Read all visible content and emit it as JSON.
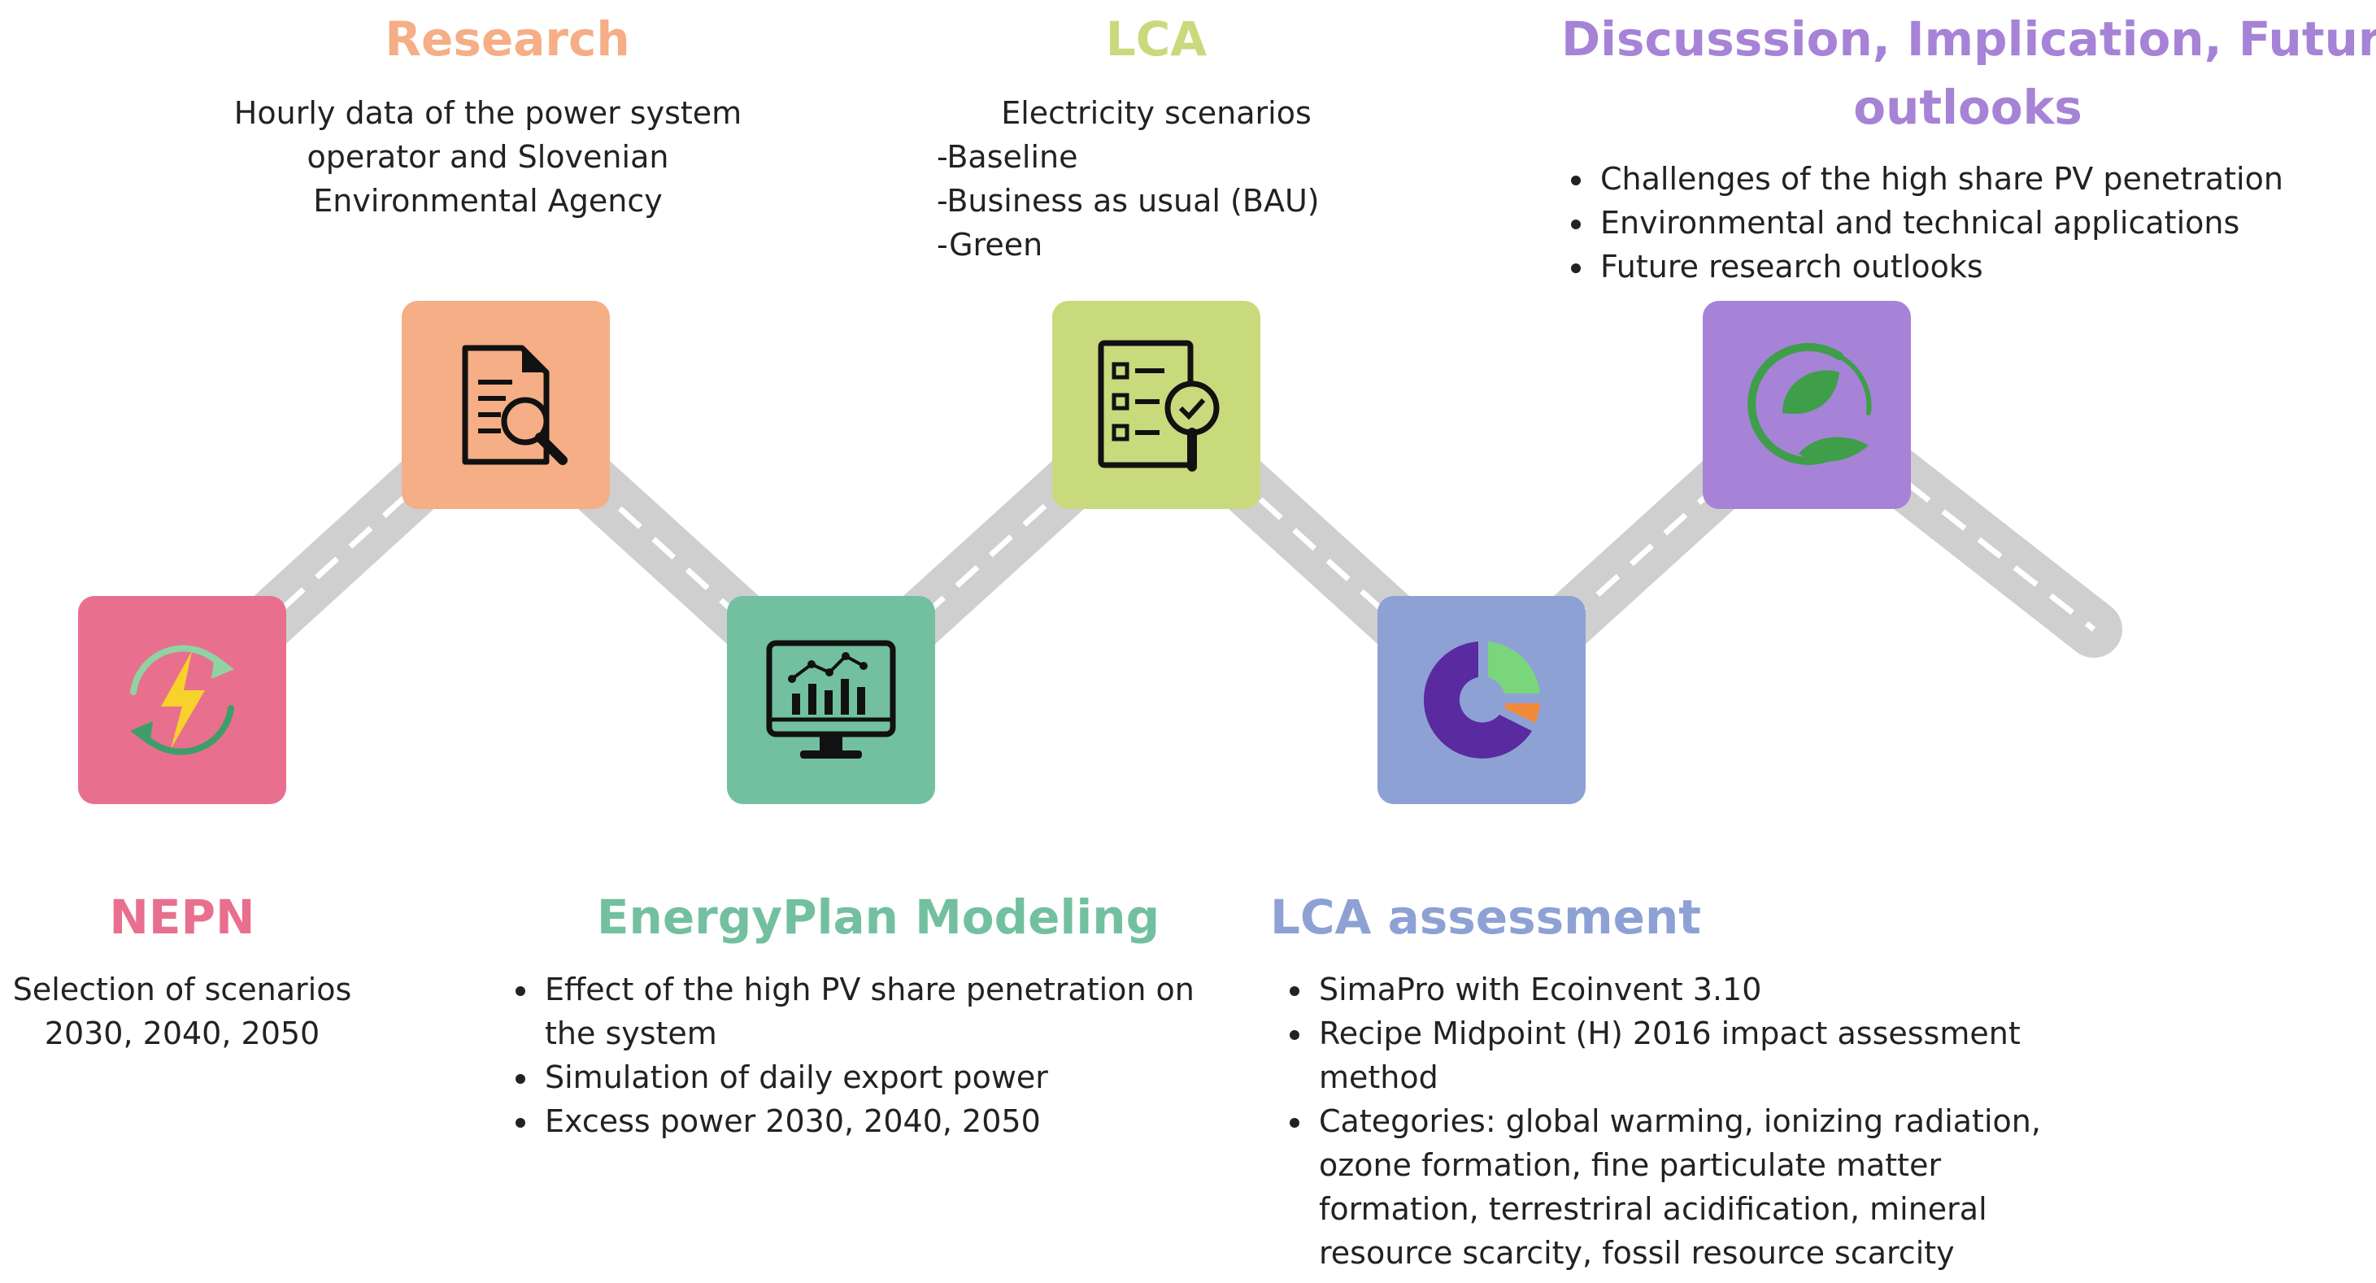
{
  "colors": {
    "road": "#cfcfcf",
    "dash": "#ffffff",
    "nepn": "#e8708e",
    "research": "#f5ae85",
    "energyplan": "#72c0a0",
    "lca": "#c8da7c",
    "lca_assessment": "#8ea1d4",
    "discussion": "#a683d6"
  },
  "icons": {
    "nepn": "energy-cycle-icon",
    "research": "document-search-icon",
    "energyplan": "monitor-chart-icon",
    "lca": "checklist-magnifier-icon",
    "lca_assessment": "donut-chart-icon",
    "discussion": "leaf-circle-icon"
  },
  "steps": {
    "nepn": {
      "title": "NEPN",
      "lines": [
        "Selection of scenarios",
        "2030, 2040, 2050"
      ]
    },
    "research": {
      "title": "Research",
      "lines": [
        "Hourly data of the power system",
        "operator and Slovenian",
        "Environmental Agency"
      ]
    },
    "energyplan": {
      "title": "EnergyPlan Modeling",
      "bullets": [
        "Effect of the high PV share penetration on the system",
        "Simulation of daily export power",
        "Excess power 2030, 2040, 2050"
      ]
    },
    "lca": {
      "title": "LCA",
      "subtitle": "Electricity scenarios",
      "lines": [
        "-Baseline",
        "-Business as usual (BAU)",
        "-Green"
      ]
    },
    "lca_assessment": {
      "title": "LCA assessment",
      "bullets": [
        "SimaPro with Ecoinvent 3.10",
        "Recipe Midpoint (H) 2016 impact assessment method",
        "Categories: global warming, ionizing radiation, ozone formation, fine particulate matter formation, terrestriral acidification, mineral resource scarcity, fossil resource scarcity"
      ]
    },
    "discussion": {
      "title_line1": "Discusssion, Implication, Future",
      "title_line2": "outlooks",
      "bullets": [
        "Challenges of the high share PV penetration",
        "Environmental and technical applications",
        "Future research outlooks"
      ]
    }
  }
}
